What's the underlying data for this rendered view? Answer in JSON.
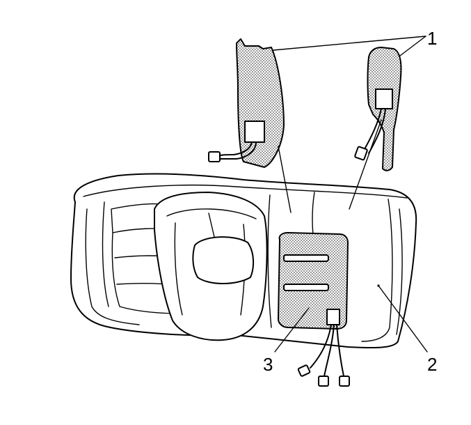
{
  "callouts": {
    "c1": "1",
    "c2": "2",
    "c3": "3"
  },
  "colors": {
    "line": "#000000",
    "background": "#ffffff",
    "pad_fill": "dotted-gray"
  }
}
